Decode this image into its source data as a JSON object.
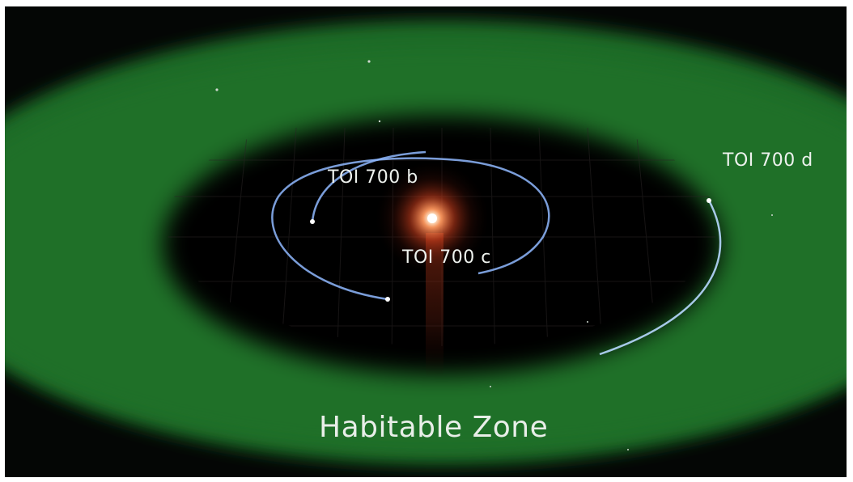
{
  "system": {
    "star_color": "#ff5a2a",
    "zone_color": "#1e6a26",
    "orbit_color": "#8fb8ff",
    "planets": [
      {
        "id": "b",
        "label": "TOI 700 b"
      },
      {
        "id": "c",
        "label": "TOI 700 c"
      },
      {
        "id": "d",
        "label": "TOI 700 d"
      }
    ]
  },
  "zone": {
    "label": "Habitable Zone"
  }
}
